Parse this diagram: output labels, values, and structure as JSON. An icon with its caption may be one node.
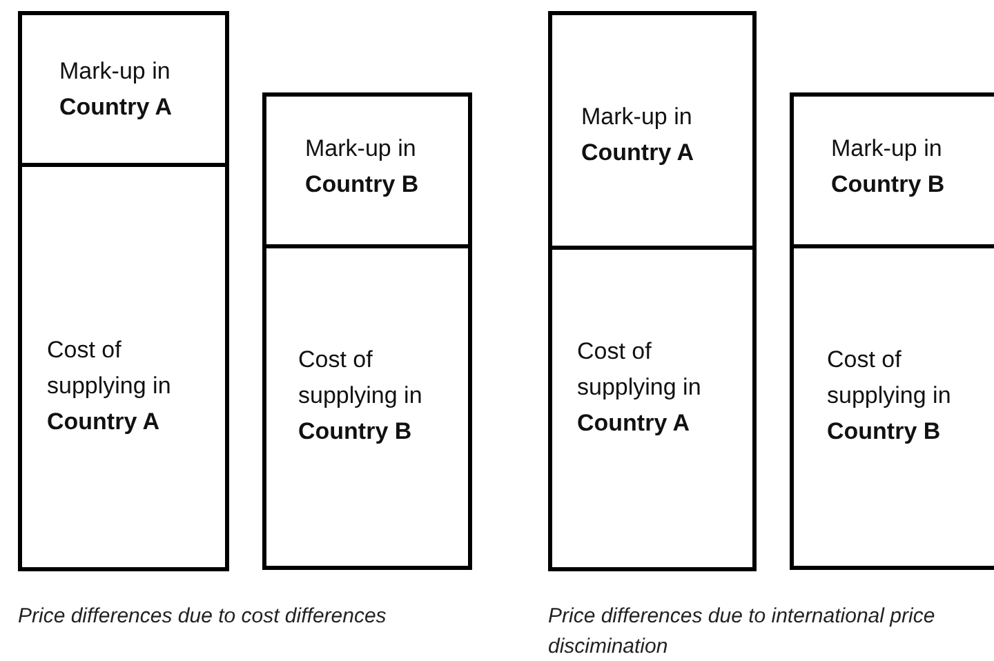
{
  "diagram": {
    "nodes": [
      {
        "text": [
          "Mark-up in **Country A**"
        ]
      },
      {
        "text": [
          "Cost of supplying in **Country A**"
        ]
      },
      {
        "text": [
          "Mark-up in **Country B**"
        ]
      },
      {
        "text": [
          "Cost of supplying in **Country B**"
        ]
      },
      {
        "text": [
          "Mark-up in **Country A**"
        ]
      },
      {
        "text": [
          "Cost of supplying in **Country A**"
        ]
      },
      {
        "text": [
          "Mark-up in **Country B**"
        ]
      },
      {
        "text": [
          "Cost of supplying in **Country B**"
        ]
      }
    ],
    "labels": [
      "Price differences due to cost differences",
      "Price differences due to international price discimination"
    ]
  }
}
